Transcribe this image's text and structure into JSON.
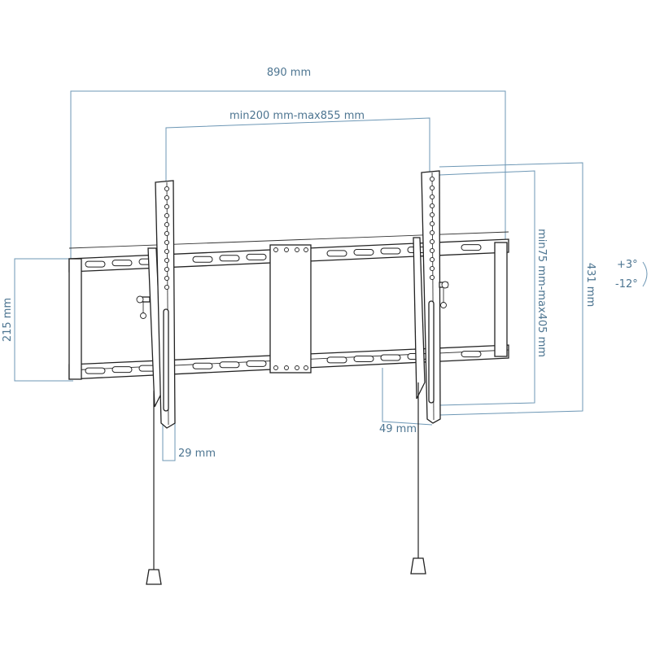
{
  "dimensions": {
    "overall_width": "890 mm",
    "vesa_horizontal": "min200 mm-max855 mm",
    "vesa_vertical": "min75 mm-max405 mm",
    "overall_height": "431 mm",
    "rail_height": "215 mm",
    "arm_offset": "29 mm",
    "wall_profile": "49 mm",
    "tilt_up": "+3°",
    "tilt_down": "-12°"
  },
  "colors": {
    "dimension": "#6d97b5",
    "label": "#4d7591",
    "line": "#222222"
  }
}
